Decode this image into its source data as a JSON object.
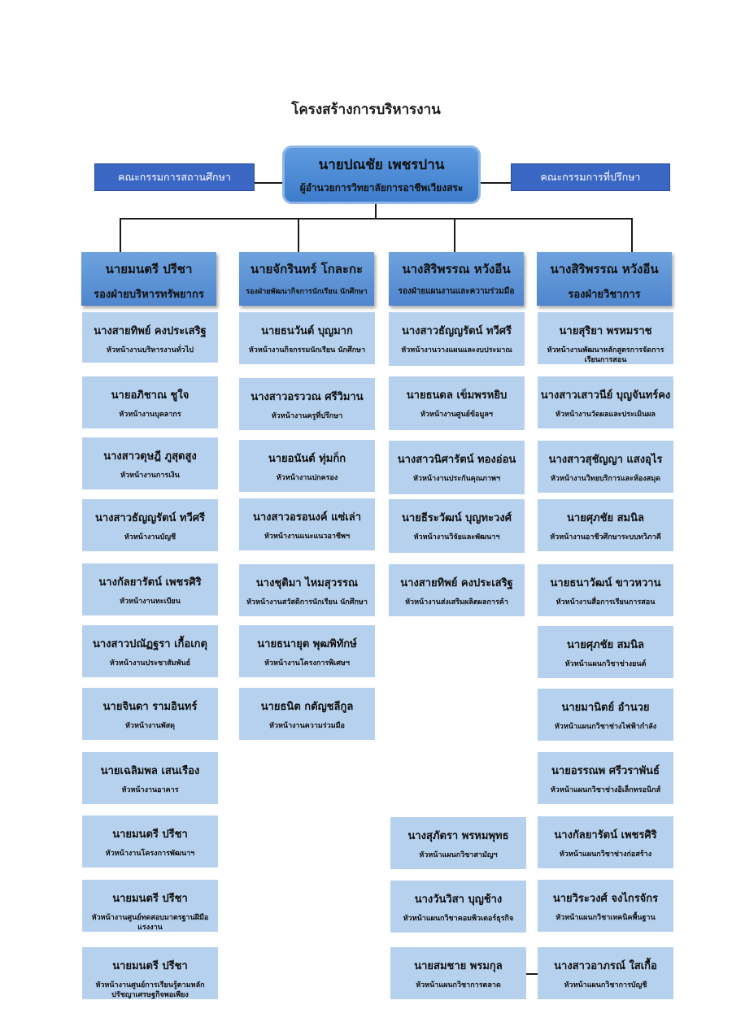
{
  "title": "โครงสร้างการบริหารงาน",
  "director": {
    "name": "นายปณชัย เพชรปาน",
    "role": "ผู้อำนวยการวิทยาลัยการอาชีพเวียงสระ"
  },
  "left_committee": "คณะกรรมการสถานศึกษา",
  "right_committee": "คณะกรรมการที่ปรึกษา",
  "colors": {
    "head": "#4f86ce",
    "card": "#b6d1ee",
    "committee": "#3a66c4"
  },
  "departments": [
    {
      "name": "นายมนตรี ปรีชา",
      "role": "รองฝ่ายบริหารทรัพยากร"
    },
    {
      "name": "นายจักรินทร์ โกละกะ",
      "role": "รองฝ่ายพัฒนากิจการนักเรียน นักศึกษา"
    },
    {
      "name": "นางสิริพรรณ หวังอีน",
      "role": "รองฝ่ายแผนงานและความร่วมมือ"
    },
    {
      "name": "นางสิริพรรณ หวังอีน",
      "role": "รองฝ่ายวิชาการ"
    }
  ],
  "col1": [
    {
      "name": "นางสายทิพย์ คงประเสริฐ",
      "role": "หัวหน้างานบริหารงานทั่วไป"
    },
    {
      "name": "นายอภิชาณ ชูใจ",
      "role": "หัวหน้างานบุคลากร"
    },
    {
      "name": "นางสาวดุษฎี ภูสุดสูง",
      "role": "หัวหน้างานการเงิน"
    },
    {
      "name": "นางสาวธัญญรัตน์ ทวีศรี",
      "role": "หัวหน้างานบัญชี"
    },
    {
      "name": "นางกัลยารัตน์ เพชรศิริ",
      "role": "หัวหน้างานทะเบียน"
    },
    {
      "name": "นางสาวปณัฏฐรา เกื้อเกตุ",
      "role": "หัวหน้างานประชาสัมพันธ์"
    },
    {
      "name": "นายจินดา รามอินทร์",
      "role": "หัวหน้างานพัสดุ"
    },
    {
      "name": "นายเฉลิมพล เสนเรือง",
      "role": "หัวหน้างานอาคาร"
    },
    {
      "name": "นายมนตรี ปรีชา",
      "role": "หัวหน้างานโครงการพัฒนาฯ"
    },
    {
      "name": "นายมนตรี ปรีชา",
      "role": "หัวหน้างานศูนย์ทดสอบมาตรฐานฝีมือแรงงาน"
    },
    {
      "name": "นายมนตรี ปรีชา",
      "role": "หัวหน้างานศูนย์การเรียนรู้ตามหลักปรัชญาเศรษฐกิจพอเพียง"
    }
  ],
  "col2": [
    {
      "name": "นายธนวันต์ บุญมาก",
      "role": "หัวหน้างานกิจกรรมนักเรียน นักศึกษา"
    },
    {
      "name": "นางสาวอรววณ ศรีวิมาน",
      "role": "หัวหน้างานครูที่ปรึกษา"
    },
    {
      "name": "นายอนันต์ ทุ่มก็ก",
      "role": "หัวหน้างานปกครอง"
    },
    {
      "name": "นางสาวอรอนงค์ แซ่เล่า",
      "role": "หัวหน้างานแนะแนวอาชีพฯ"
    },
    {
      "name": "นางชุติมา ไหมสุวรรณ",
      "role": "หัวหน้างานสวัสดิการนักเรียน นักศึกษา"
    },
    {
      "name": "นายธนายุต พุฒพิทักษ์",
      "role": "หัวหน้างานโครงการพิเศษฯ"
    },
    {
      "name": "นายธนิต กตัญชลีกูล",
      "role": "หัวหน้างานความร่วมมือ"
    }
  ],
  "col3": [
    {
      "name": "นางสาวธัญญรัตน์ ทวีศรี",
      "role": "หัวหน้างานวางแผนและงบประมาณ"
    },
    {
      "name": "นายธนดล เข็มพรหยิบ",
      "role": "หัวหน้างานศูนย์ข้อมูลฯ"
    },
    {
      "name": "นางสาวนิศารัตน์ ทองอ่อน",
      "role": "หัวหน้างานประกันคุณภาพฯ"
    },
    {
      "name": "นายธีระวัฒน์ บุญทะวงศ์",
      "role": "หัวหน้างานวิจัยและพัฒนาฯ"
    },
    {
      "name": "นางสายทิพย์ คงประเสริฐ",
      "role": "หัวหน้างานส่งเสริมผลิตผลการค้า"
    }
  ],
  "col3_lower": [
    {
      "name": "นางสุภัตรา พรหมพุทธ",
      "role": "หัวหน้าแผนกวิชาสามัญฯ"
    },
    {
      "name": "นางวันวิสา บุญช้าง",
      "role": "หัวหน้าแผนกวิชาคอมพิวเตอร์ธุรกิจ"
    },
    {
      "name": "นายสมชาย พรมกุล",
      "role": "หัวหน้าแผนกวิชาการตลาด"
    }
  ],
  "col4": [
    {
      "name": "นายสุริยา พรหมราช",
      "role": "หัวหน้างานพัฒนาหลักสูตรการจัดการเรียนการสอน"
    },
    {
      "name": "นางสาวเสาวนีย์ บุญจันทร์คง",
      "role": "หัวหน้างานวัดผลและประเมินผล"
    },
    {
      "name": "นางสาวสุชัญญา แสงอุไร",
      "role": "หัวหน้างานวิทยบริการและห้องสมุด"
    },
    {
      "name": "นายศุภชัย สมนิล",
      "role": "หัวหน้างานอาชีวศึกษาระบบทวิภาคี"
    },
    {
      "name": "นายธนาวัฒน์ ขาวหวาน",
      "role": "หัวหน้างานสื่อการเรียนการสอน"
    },
    {
      "name": "นายศุภชัย สมนิล",
      "role": "หัวหน้าแผนกวิชาช่างยนต์"
    },
    {
      "name": "นายมานิตย์ อำนวย",
      "role": "หัวหน้าแผนกวิชาช่างไฟฟ้ากำลัง"
    },
    {
      "name": "นายอรรณพ ศรีวราพันธ์",
      "role": "หัวหน้าแผนกวิชาช่างอิเล็กทรอนิกส์"
    },
    {
      "name": "นางกัลยารัตน์ เพชรศิริ",
      "role": "หัวหน้าแผนกวิชาช่างก่อสร้าง"
    },
    {
      "name": "นายวิระวงศ์ จงไกรจักร",
      "role": "หัวหน้าแผนกวิชาเทคนิคพื้นฐาน"
    },
    {
      "name": "นางสาวอาภรณ์ ใสเกื้อ",
      "role": "หัวหน้าแผนกวิชาการบัญชี"
    }
  ]
}
